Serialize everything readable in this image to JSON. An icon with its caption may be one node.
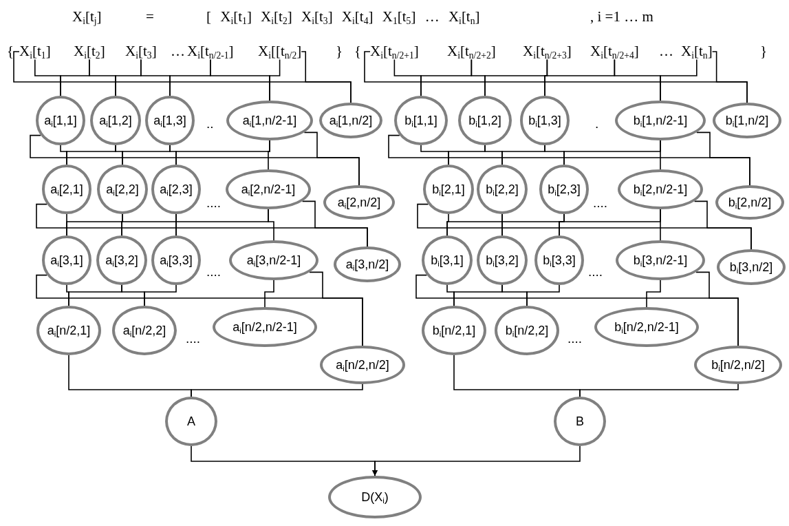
{
  "diagram": {
    "nodes": [
      {
        "text": [
          "X$_{i}$[t$_{1}$]"
        ]
      },
      {
        "text": [
          "X$_{i}$[t$_{2}$]"
        ]
      },
      {
        "text": [
          "X$_{i}$[t$_{3}$]"
        ]
      },
      {
        "text": [
          "X$_{i}$[t$_{n/2-1}$]"
        ]
      },
      {
        "text": [
          "X$_{i}$[[t$_{n/2}$]"
        ]
      },
      {
        "text": [
          "X$_{i}$[t$_{n/2+1}$]"
        ]
      },
      {
        "text": [
          "X$_{i}$[t$_{n/2+2}$]"
        ]
      },
      {
        "text": [
          "X$_{i}$[t$_{n/2+3}$]"
        ]
      },
      {
        "text": [
          "X$_{i}$[t$_{n/2+4}$]"
        ]
      },
      {
        "text": [
          "X$_{i}$[t$_{n}$]"
        ]
      },
      {
        "text": [
          "a$_{i}$[1,1]"
        ]
      },
      {
        "text": [
          "a$_{i}$[1,2]"
        ]
      },
      {
        "text": [
          "a$_{i}$[1,3]"
        ]
      },
      {
        "text": [
          "a$_{i}$[1,n/2-1]"
        ]
      },
      {
        "text": [
          "a$_{i}$[1,n/2]"
        ]
      },
      {
        "text": [
          "b$_{i}$[1,1]"
        ]
      },
      {
        "text": [
          "b$_{i}$[1,2]"
        ]
      },
      {
        "text": [
          "b$_{i}$[1,3]"
        ]
      },
      {
        "text": [
          "b$_{i}$[1,n/2-1]"
        ]
      },
      {
        "text": [
          "b$_{i}$[1,n/2]"
        ]
      },
      {
        "text": [
          "a$_{i}$[2,1]"
        ]
      },
      {
        "text": [
          "a$_{i}$[2,2]"
        ]
      },
      {
        "text": [
          "a$_{i}$[2,3]"
        ]
      },
      {
        "text": [
          "a$_{i}$[2,n/2-1]"
        ]
      },
      {
        "text": [
          "a$_{i}$[2,n/2]"
        ]
      },
      {
        "text": [
          "b$_{i}$[2,1]"
        ]
      },
      {
        "text": [
          "b$_{i}$[2,2]"
        ]
      },
      {
        "text": [
          "b$_{i}$[2,3]"
        ]
      },
      {
        "text": [
          "b$_{i}$[2,n/2-1]"
        ]
      },
      {
        "text": [
          "b$_{i}$[2,n/2]"
        ]
      },
      {
        "text": [
          "a$_{i}$[3,1]"
        ]
      },
      {
        "text": [
          "a$_{i}$[3,2]"
        ]
      },
      {
        "text": [
          "a$_{i}$[3,3]"
        ]
      },
      {
        "text": [
          "a$_{i}$[3,n/2-1]"
        ]
      },
      {
        "text": [
          "a$_{i}$[3,n/2]"
        ]
      },
      {
        "text": [
          "b$_{i}$[3,1]"
        ]
      },
      {
        "text": [
          "b$_{i}$[3,2]"
        ]
      },
      {
        "text": [
          "b$_{i}$[3,3]"
        ]
      },
      {
        "text": [
          "b$_{i}$[3,n/2-1]"
        ]
      },
      {
        "text": [
          "b$_{i}$[3,n/2]"
        ]
      },
      {
        "text": [
          "a$_{i}$[n/2,1]"
        ]
      },
      {
        "text": [
          "a$_{i}$[n/2,2]"
        ]
      },
      {
        "text": [
          "a$_{i}$[n/2,n/2-1]"
        ]
      },
      {
        "text": [
          "a$_{i}$[n/2,n/2]"
        ]
      },
      {
        "text": [
          "b$_{i}$[n/2,1]"
        ]
      },
      {
        "text": [
          "b$_{i}$[n/2,2]"
        ]
      },
      {
        "text": [
          "b$_{i}$[n/2,n/2-1]"
        ]
      },
      {
        "text": [
          "b$_{i}$[n/2,n/2]"
        ]
      },
      {
        "text": [
          "A"
        ]
      },
      {
        "text": [
          "B"
        ]
      },
      {
        "text": [
          "D(X$_{i}$)"
        ]
      }
    ],
    "edges": [
      {
        "from": 0,
        "to": 10,
        "arrow": "none"
      },
      {
        "from": 1,
        "to": 10,
        "arrow": "none"
      },
      {
        "from": 1,
        "to": 11,
        "arrow": "none"
      },
      {
        "from": 2,
        "to": 11,
        "arrow": "none"
      },
      {
        "from": 2,
        "to": 12,
        "arrow": "none"
      },
      {
        "from": 3,
        "to": 12,
        "arrow": "none"
      },
      {
        "from": 3,
        "to": 13,
        "arrow": "none"
      },
      {
        "from": 4,
        "to": 13,
        "arrow": "none"
      },
      {
        "from": 0,
        "to": 14,
        "arrow": "none"
      },
      {
        "from": 4,
        "to": 14,
        "arrow": "none"
      },
      {
        "from": 5,
        "to": 15,
        "arrow": "none"
      },
      {
        "from": 6,
        "to": 15,
        "arrow": "none"
      },
      {
        "from": 6,
        "to": 16,
        "arrow": "none"
      },
      {
        "from": 7,
        "to": 16,
        "arrow": "none"
      },
      {
        "from": 7,
        "to": 17,
        "arrow": "none"
      },
      {
        "from": 8,
        "to": 17,
        "arrow": "none"
      },
      {
        "from": 8,
        "to": 18,
        "arrow": "none"
      },
      {
        "from": 9,
        "to": 18,
        "arrow": "none"
      },
      {
        "from": 5,
        "to": 19,
        "arrow": "none"
      },
      {
        "from": 9,
        "to": 19,
        "arrow": "none"
      },
      {
        "from": 10,
        "to": 20,
        "arrow": "none"
      },
      {
        "from": 11,
        "to": 20,
        "arrow": "none"
      },
      {
        "from": 11,
        "to": 21,
        "arrow": "none"
      },
      {
        "from": 12,
        "to": 21,
        "arrow": "none"
      },
      {
        "from": 12,
        "to": 22,
        "arrow": "none"
      },
      {
        "from": 13,
        "to": 22,
        "arrow": "none"
      },
      {
        "from": 13,
        "to": 23,
        "arrow": "none"
      },
      {
        "from": 10,
        "to": 24,
        "arrow": "none"
      },
      {
        "from": 13,
        "to": 24,
        "arrow": "none"
      },
      {
        "from": 15,
        "to": 25,
        "arrow": "none"
      },
      {
        "from": 16,
        "to": 25,
        "arrow": "none"
      },
      {
        "from": 16,
        "to": 26,
        "arrow": "none"
      },
      {
        "from": 17,
        "to": 26,
        "arrow": "none"
      },
      {
        "from": 17,
        "to": 27,
        "arrow": "none"
      },
      {
        "from": 18,
        "to": 27,
        "arrow": "none"
      },
      {
        "from": 18,
        "to": 28,
        "arrow": "none"
      },
      {
        "from": 15,
        "to": 29,
        "arrow": "none"
      },
      {
        "from": 18,
        "to": 29,
        "arrow": "none"
      },
      {
        "from": 20,
        "to": 30,
        "arrow": "none"
      },
      {
        "from": 21,
        "to": 30,
        "arrow": "none"
      },
      {
        "from": 21,
        "to": 31,
        "arrow": "none"
      },
      {
        "from": 22,
        "to": 31,
        "arrow": "none"
      },
      {
        "from": 22,
        "to": 32,
        "arrow": "none"
      },
      {
        "from": 23,
        "to": 32,
        "arrow": "none"
      },
      {
        "from": 23,
        "to": 33,
        "arrow": "none"
      },
      {
        "from": 20,
        "to": 34,
        "arrow": "none"
      },
      {
        "from": 23,
        "to": 34,
        "arrow": "none"
      },
      {
        "from": 25,
        "to": 35,
        "arrow": "none"
      },
      {
        "from": 26,
        "to": 35,
        "arrow": "none"
      },
      {
        "from": 26,
        "to": 36,
        "arrow": "none"
      },
      {
        "from": 27,
        "to": 36,
        "arrow": "none"
      },
      {
        "from": 27,
        "to": 37,
        "arrow": "none"
      },
      {
        "from": 28,
        "to": 37,
        "arrow": "none"
      },
      {
        "from": 28,
        "to": 38,
        "arrow": "none"
      },
      {
        "from": 25,
        "to": 39,
        "arrow": "none"
      },
      {
        "from": 28,
        "to": 39,
        "arrow": "none"
      },
      {
        "from": 30,
        "to": 40,
        "arrow": "none"
      },
      {
        "from": 31,
        "to": 40,
        "arrow": "none"
      },
      {
        "from": 31,
        "to": 41,
        "arrow": "none"
      },
      {
        "from": 32,
        "to": 41,
        "arrow": "none"
      },
      {
        "from": 33,
        "to": 42,
        "arrow": "none"
      },
      {
        "from": 30,
        "to": 43,
        "arrow": "none"
      },
      {
        "from": 33,
        "to": 43,
        "arrow": "none"
      },
      {
        "from": 35,
        "to": 44,
        "arrow": "none"
      },
      {
        "from": 36,
        "to": 44,
        "arrow": "none"
      },
      {
        "from": 36,
        "to": 45,
        "arrow": "none"
      },
      {
        "from": 37,
        "to": 45,
        "arrow": "none"
      },
      {
        "from": 38,
        "to": 46,
        "arrow": "none"
      },
      {
        "from": 35,
        "to": 47,
        "arrow": "none"
      },
      {
        "from": 38,
        "to": 47,
        "arrow": "none"
      },
      {
        "from": 40,
        "to": 48,
        "arrow": "none"
      },
      {
        "from": 43,
        "to": 48,
        "arrow": "none"
      },
      {
        "from": 44,
        "to": 49,
        "arrow": "none"
      },
      {
        "from": 47,
        "to": 49,
        "arrow": "none"
      },
      {
        "from": 48,
        "to": 50,
        "arrow": "to"
      },
      {
        "from": 49,
        "to": 50,
        "arrow": "to"
      }
    ],
    "labels": [
      "X$_{i}$[t$_{j}$]",
      "=",
      "[ X$_{i}$[t$_{1}$] X$_{i}$[t$_{2}$] X$_{i}$[t$_{3}$] X$_{i}$[t$_{4}$] X$_{1}$[t$_{5}$] … X$_{i}$[t$_{n}$]",
      ", i =1 … m",
      "{",
      "…",
      "}",
      "{",
      "…",
      "}",
      "..",
      ".",
      "....",
      "....",
      "....",
      "....",
      "....",
      "...."
    ]
  }
}
